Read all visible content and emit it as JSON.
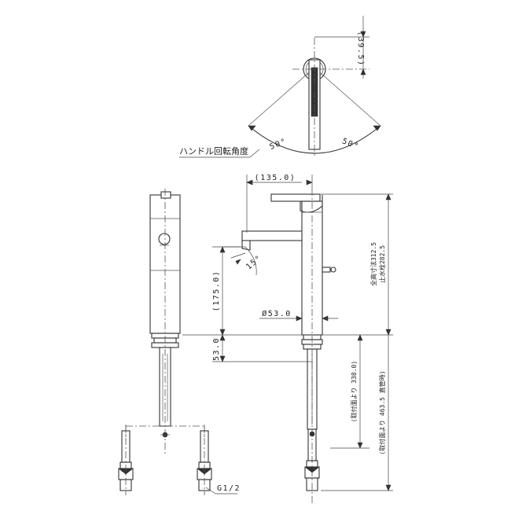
{
  "top_view": {
    "dim_offset": "(39.5)",
    "angle_left": "50°",
    "angle_right": "50°",
    "handle_label": "ハンドル回転角度"
  },
  "front_view": {
    "dim_width": "(135.0)",
    "dim_total_height": "全高寸法312.5",
    "dim_spout_height": "止水栓282.5",
    "dim_spout_angle": "15°",
    "dim_spout_clearance": "(175.0)",
    "dim_body_diameter": "Ø53.0",
    "dim_base": "53.0",
    "dim_install_338": "(取付面より 338.0)",
    "dim_install_463": "(取付面より 463.5 直管時)",
    "thread_label": "G1/2"
  }
}
